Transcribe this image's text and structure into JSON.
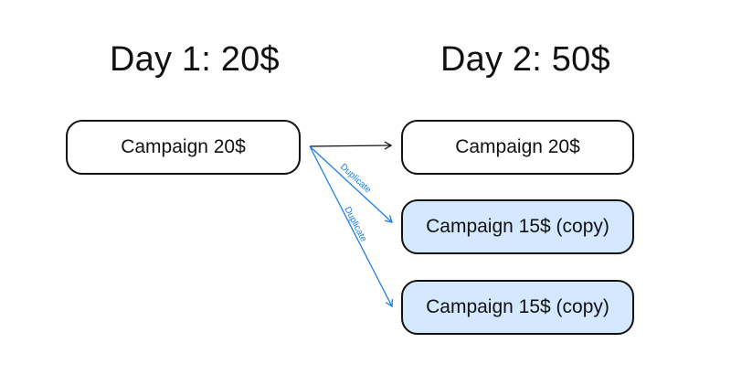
{
  "headings": {
    "day1": "Day 1: 20$",
    "day2": "Day 2: 50$"
  },
  "nodes": {
    "day1_campaign": "Campaign 20$",
    "day2_campaign": "Campaign 20$",
    "copy_1": "Campaign 15$ (copy)",
    "copy_2": "Campaign 15$ (copy)"
  },
  "edges": {
    "duplicate_label_1": "Duplicate",
    "duplicate_label_2": "Duplicate"
  },
  "colors": {
    "copy_fill": "#d4e9ff",
    "duplicate_arrow": "#1a7fe0",
    "plain_arrow": "#111111",
    "border": "#111111"
  }
}
